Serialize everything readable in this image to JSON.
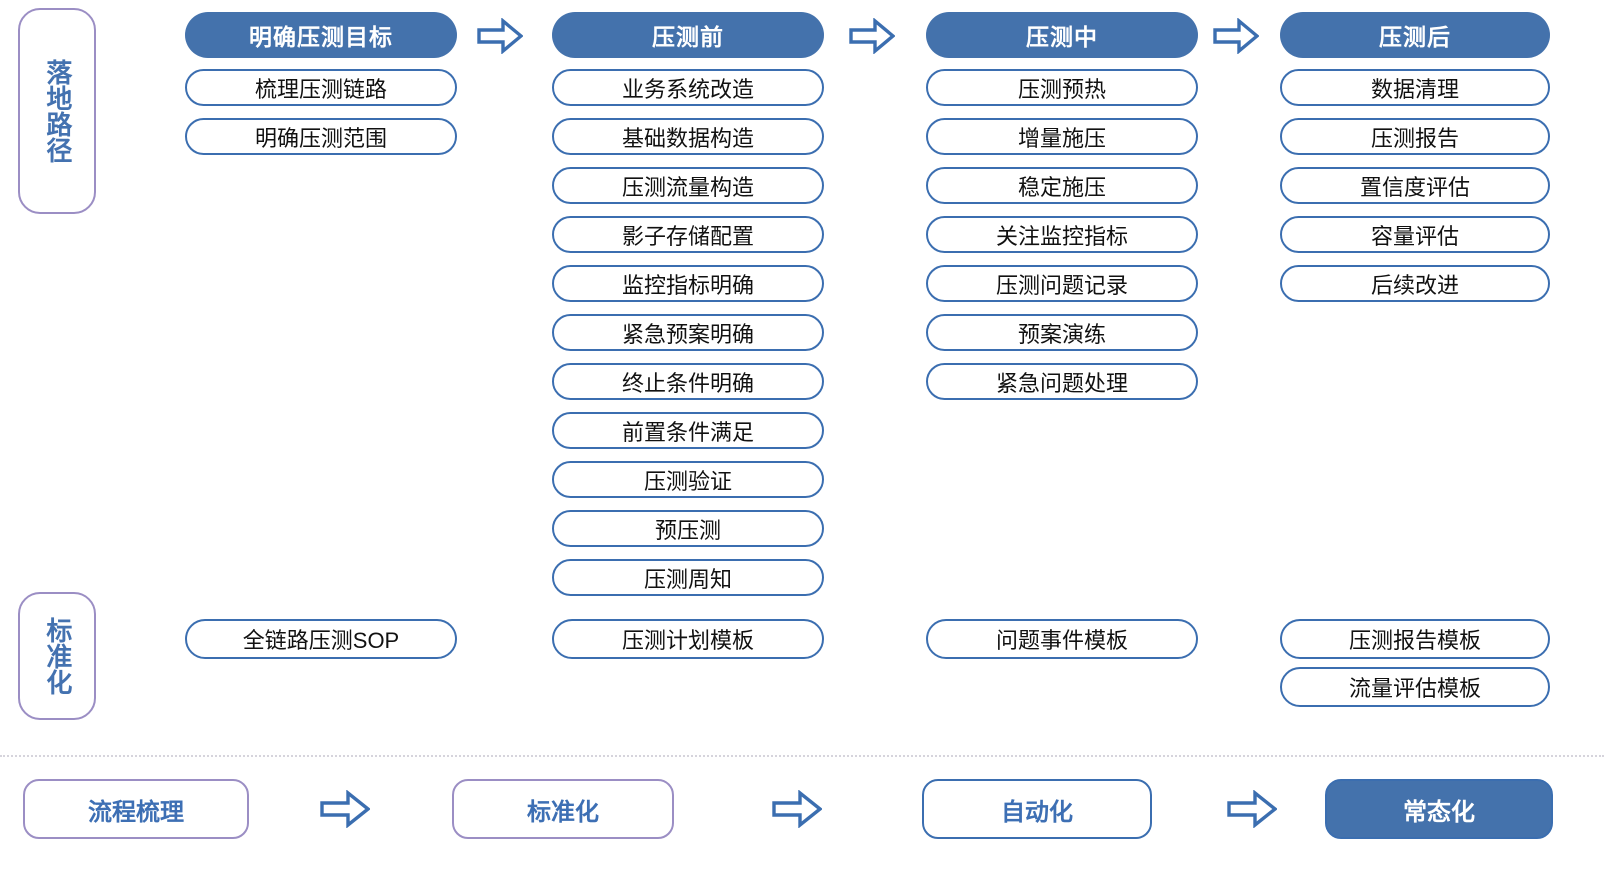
{
  "side_labels": [
    {
      "name": "landing-path",
      "text": "落地路径"
    },
    {
      "name": "standardization",
      "text": "标准化"
    }
  ],
  "colors": {
    "header_fill": "#4472ac",
    "box_border": "#3b6eb0",
    "side_label_border": "#9b8ec4",
    "accent_text": "#3d6fb4",
    "divider": "#d6d4dc"
  },
  "stages": [
    {
      "header": "明确压测目标",
      "items": [
        "梳理压测链路",
        "明确压测范围"
      ]
    },
    {
      "header": "压测前",
      "items": [
        "业务系统改造",
        "基础数据构造",
        "压测流量构造",
        "影子存储配置",
        "监控指标明确",
        "紧急预案明确",
        "终止条件明确",
        "前置条件满足",
        "压测验证",
        "预压测",
        "压测周知"
      ]
    },
    {
      "header": "压测中",
      "items": [
        "压测预热",
        "增量施压",
        "稳定施压",
        "关注监控指标",
        "压测问题记录",
        "预案演练",
        "紧急问题处理"
      ]
    },
    {
      "header": "压测后",
      "items": [
        "数据清理",
        "压测报告",
        "置信度评估",
        "容量评估",
        "后续改进"
      ]
    }
  ],
  "stage_arrows": [
    "arrow-right-icon",
    "arrow-right-icon",
    "arrow-right-icon"
  ],
  "standardization": [
    {
      "items": [
        "全链路压测SOP"
      ]
    },
    {
      "items": [
        "压测计划模板"
      ]
    },
    {
      "items": [
        "问题事件模板"
      ]
    },
    {
      "items": [
        "压测报告模板",
        "流量评估模板"
      ]
    }
  ],
  "maturity_flow": {
    "pills": [
      {
        "label": "流程梳理",
        "style": "purple"
      },
      {
        "label": "标准化",
        "style": "purple"
      },
      {
        "label": "自动化",
        "style": "blue"
      },
      {
        "label": "常态化",
        "style": "filled"
      }
    ],
    "arrows": [
      "arrow-right-icon",
      "arrow-right-icon",
      "arrow-right-icon"
    ]
  }
}
